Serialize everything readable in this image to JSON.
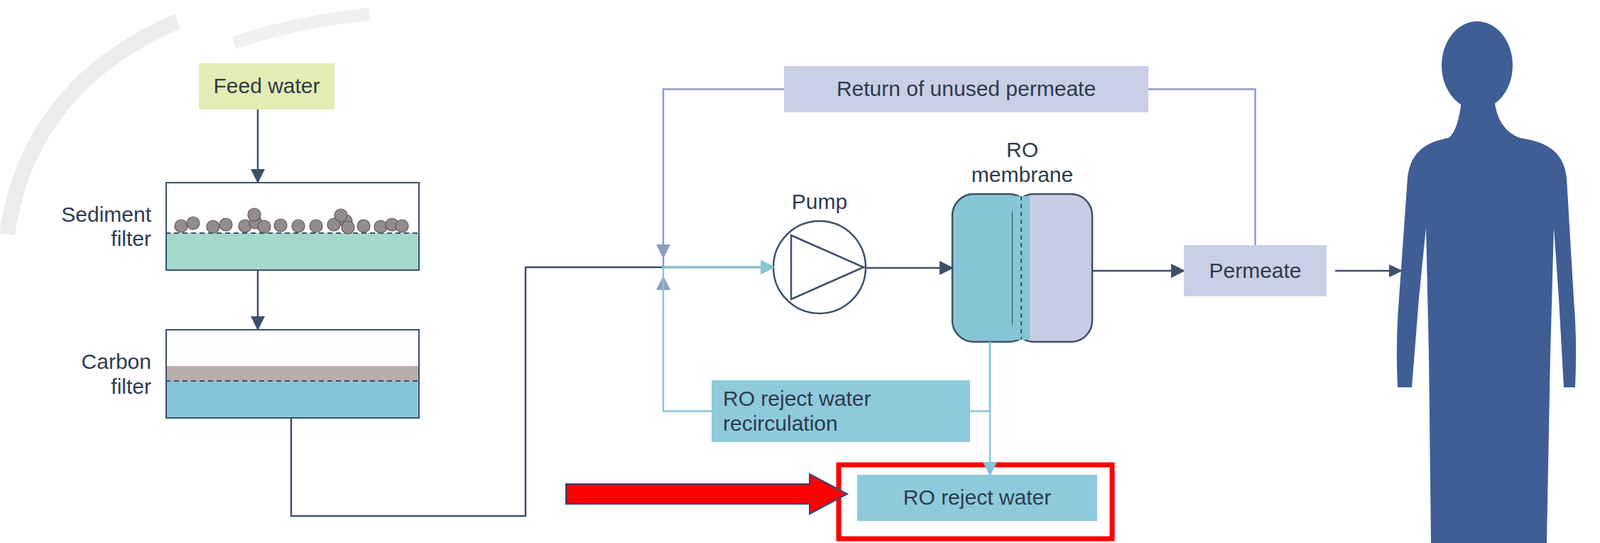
{
  "diagram": {
    "nodes": [
      {
        "text": [
          "Feed water"
        ]
      },
      {
        "text": [
          "Sediment filter"
        ]
      },
      {
        "text": [
          "Carbon filter"
        ]
      },
      {
        "text": [
          "Pump"
        ]
      },
      {
        "text": [
          "RO membrane"
        ]
      },
      {
        "text": [
          "Permeate"
        ]
      },
      {
        "text": [
          "Return of unused permeate"
        ]
      },
      {
        "text": [
          "RO reject water recirculation"
        ]
      },
      {
        "text": [
          "RO reject water"
        ]
      }
    ],
    "edges": [
      {
        "from": 0,
        "to": 1,
        "arrow": "to"
      },
      {
        "from": 1,
        "to": 2,
        "arrow": "to"
      },
      {
        "from": 2,
        "to": 3,
        "arrow": "to"
      },
      {
        "from": 3,
        "to": 4,
        "arrow": "to"
      },
      {
        "from": 4,
        "to": 5,
        "arrow": "to"
      },
      {
        "from": 5,
        "to": 6,
        "arrow": "none"
      },
      {
        "from": 6,
        "to": 3,
        "arrow": "to"
      },
      {
        "from": 4,
        "to": 7,
        "arrow": "none"
      },
      {
        "from": 7,
        "to": 3,
        "arrow": "to"
      },
      {
        "from": 4,
        "to": 8,
        "arrow": "to"
      }
    ]
  }
}
